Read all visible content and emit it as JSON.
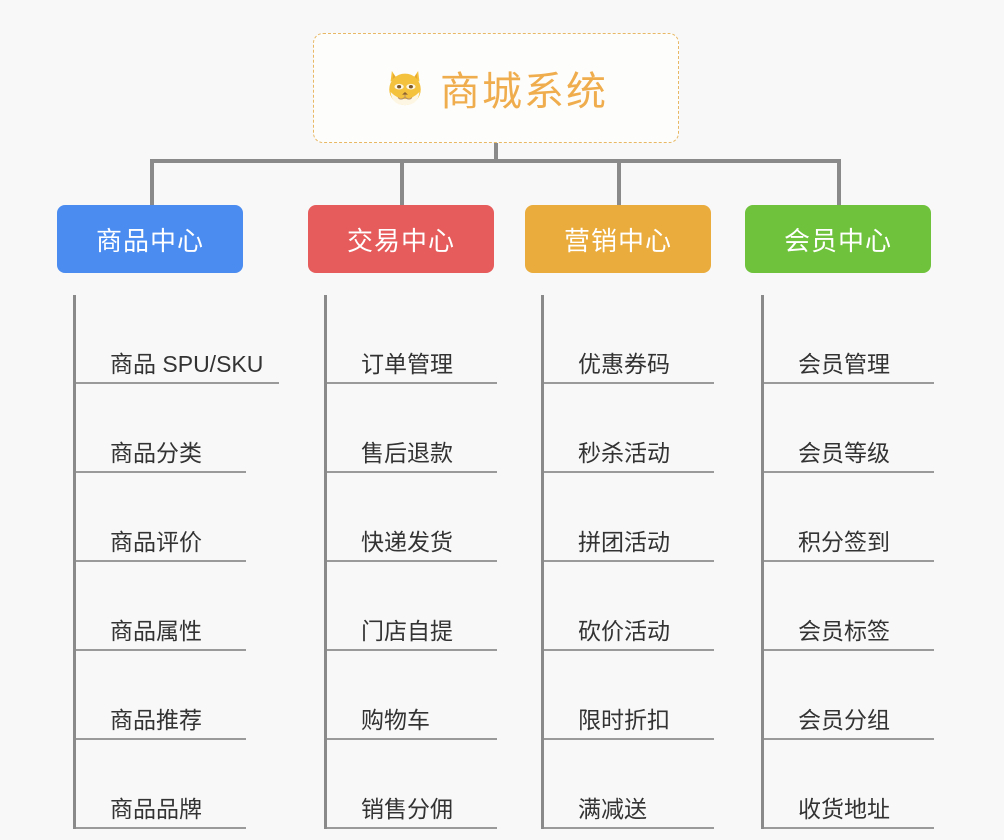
{
  "background_color": "#f8f8f8",
  "root": {
    "title": "商城系统",
    "icon": "shiba-dog-face-icon",
    "text_color": "#f0ad4e",
    "border_color": "#e8b864",
    "border_style": "dashed"
  },
  "connector_color": "#8a8a8a",
  "columns": [
    {
      "label": "商品中心",
      "color": "#4a8cf0",
      "items": [
        "商品 SPU/SKU",
        "商品分类",
        "商品评价",
        "商品属性",
        "商品推荐",
        "商品品牌"
      ]
    },
    {
      "label": "交易中心",
      "color": "#e65c5c",
      "items": [
        "订单管理",
        "售后退款",
        "快递发货",
        "门店自提",
        "购物车",
        "销售分佣"
      ]
    },
    {
      "label": "营销中心",
      "color": "#eaac3c",
      "items": [
        "优惠券码",
        "秒杀活动",
        "拼团活动",
        "砍价活动",
        "限时折扣",
        "满减送"
      ]
    },
    {
      "label": "会员中心",
      "color": "#6fc23c",
      "items": [
        "会员管理",
        "会员等级",
        "积分签到",
        "会员标签",
        "会员分组",
        "收货地址"
      ]
    }
  ]
}
